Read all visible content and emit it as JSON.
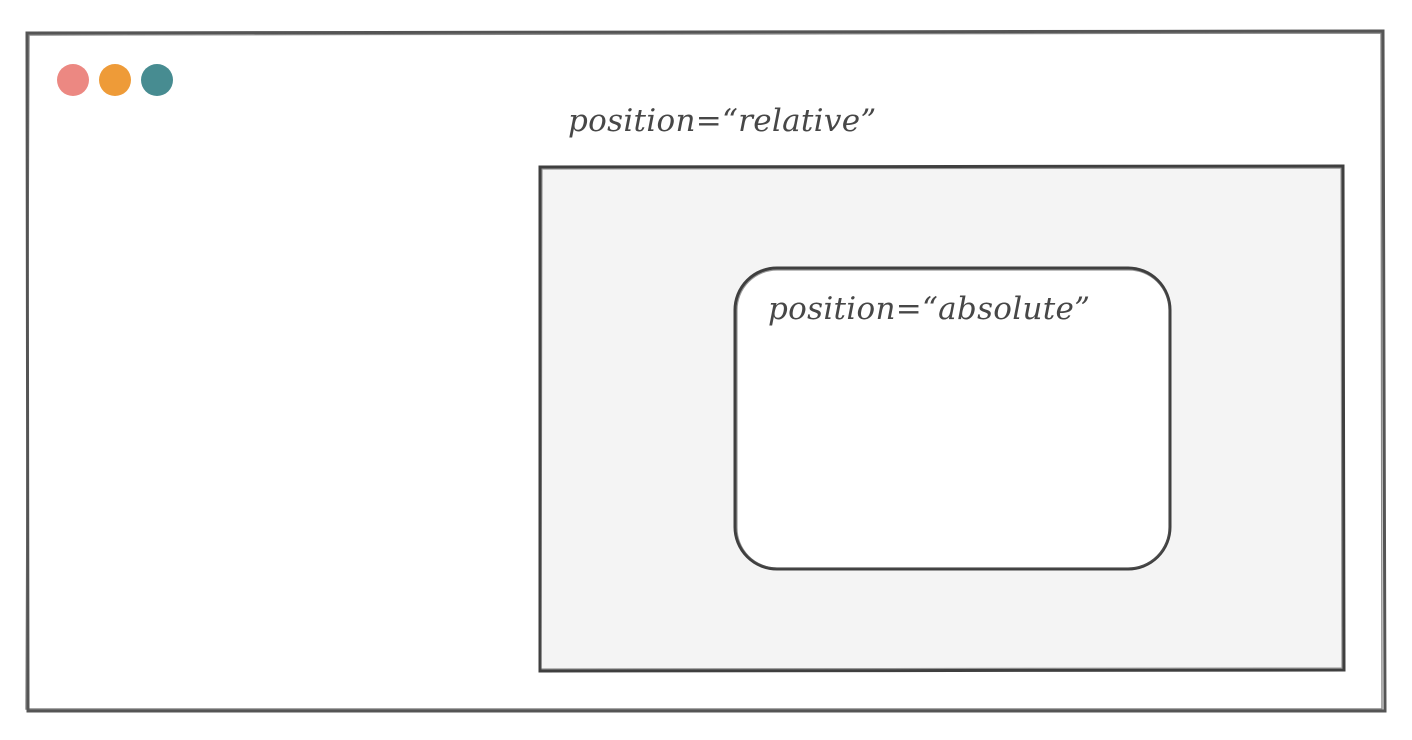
{
  "window": {
    "controls": [
      {
        "name": "close",
        "color": "#ec8882"
      },
      {
        "name": "minimize",
        "color": "#ee9b38"
      },
      {
        "name": "maximize",
        "color": "#478c91"
      }
    ],
    "border_color": "#555555"
  },
  "relative_box": {
    "label": "position=“relative”",
    "fill": "#f4f4f4"
  },
  "absolute_box": {
    "label": "position=“absolute”",
    "fill": "#ffffff"
  }
}
